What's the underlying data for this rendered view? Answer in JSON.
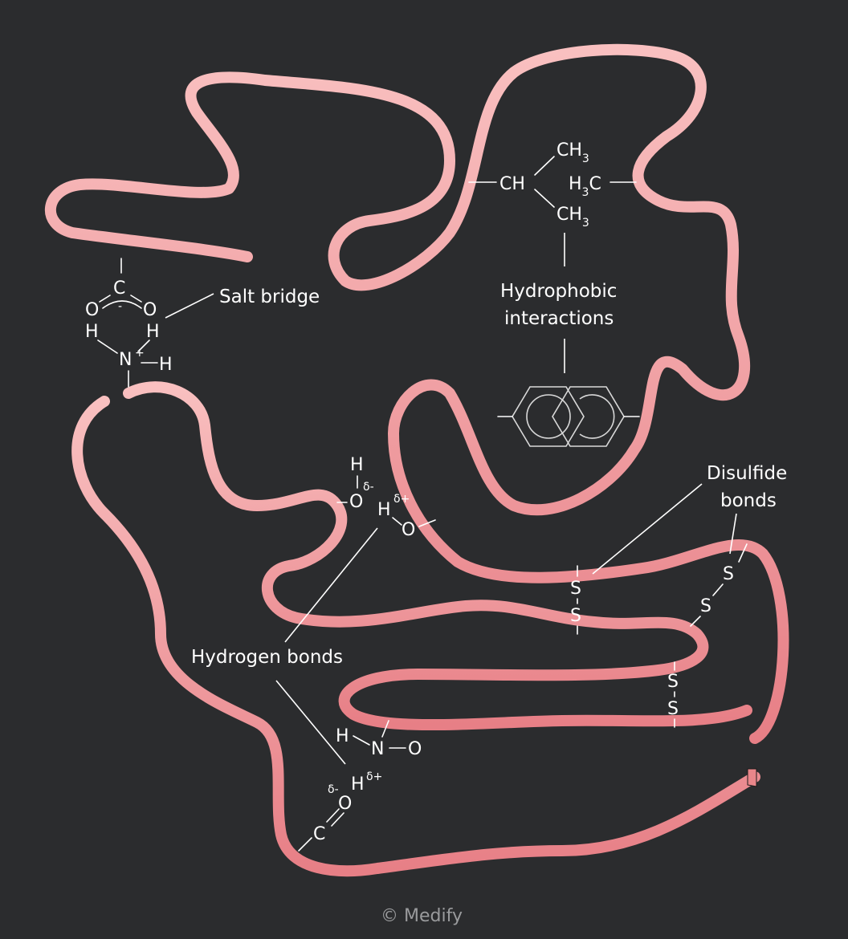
{
  "labels": {
    "salt_bridge": "Salt bridge",
    "hydrophobic_line1": "Hydrophobic",
    "hydrophobic_line2": "interactions",
    "hydrogen_bonds": "Hydrogen bonds",
    "disulfide_line1": "Disulfide",
    "disulfide_line2": "bonds"
  },
  "atoms": {
    "C": "C",
    "O": "O",
    "H": "H",
    "N": "N",
    "S": "S",
    "CH": "CH",
    "CH3": "CH",
    "sub3": "3",
    "H3C_H": "H",
    "H3C_C": "C",
    "minus": "-",
    "plus": "+",
    "delta_minus": "δ-",
    "delta_plus": "δ+"
  },
  "copyright": "© Medify",
  "colors": {
    "background": "#2b2c2e",
    "ribbon_light": "#f7b4b4",
    "ribbon_dark": "#e9868a",
    "line": "#ffffff",
    "copyright": "#9a9b9d"
  }
}
